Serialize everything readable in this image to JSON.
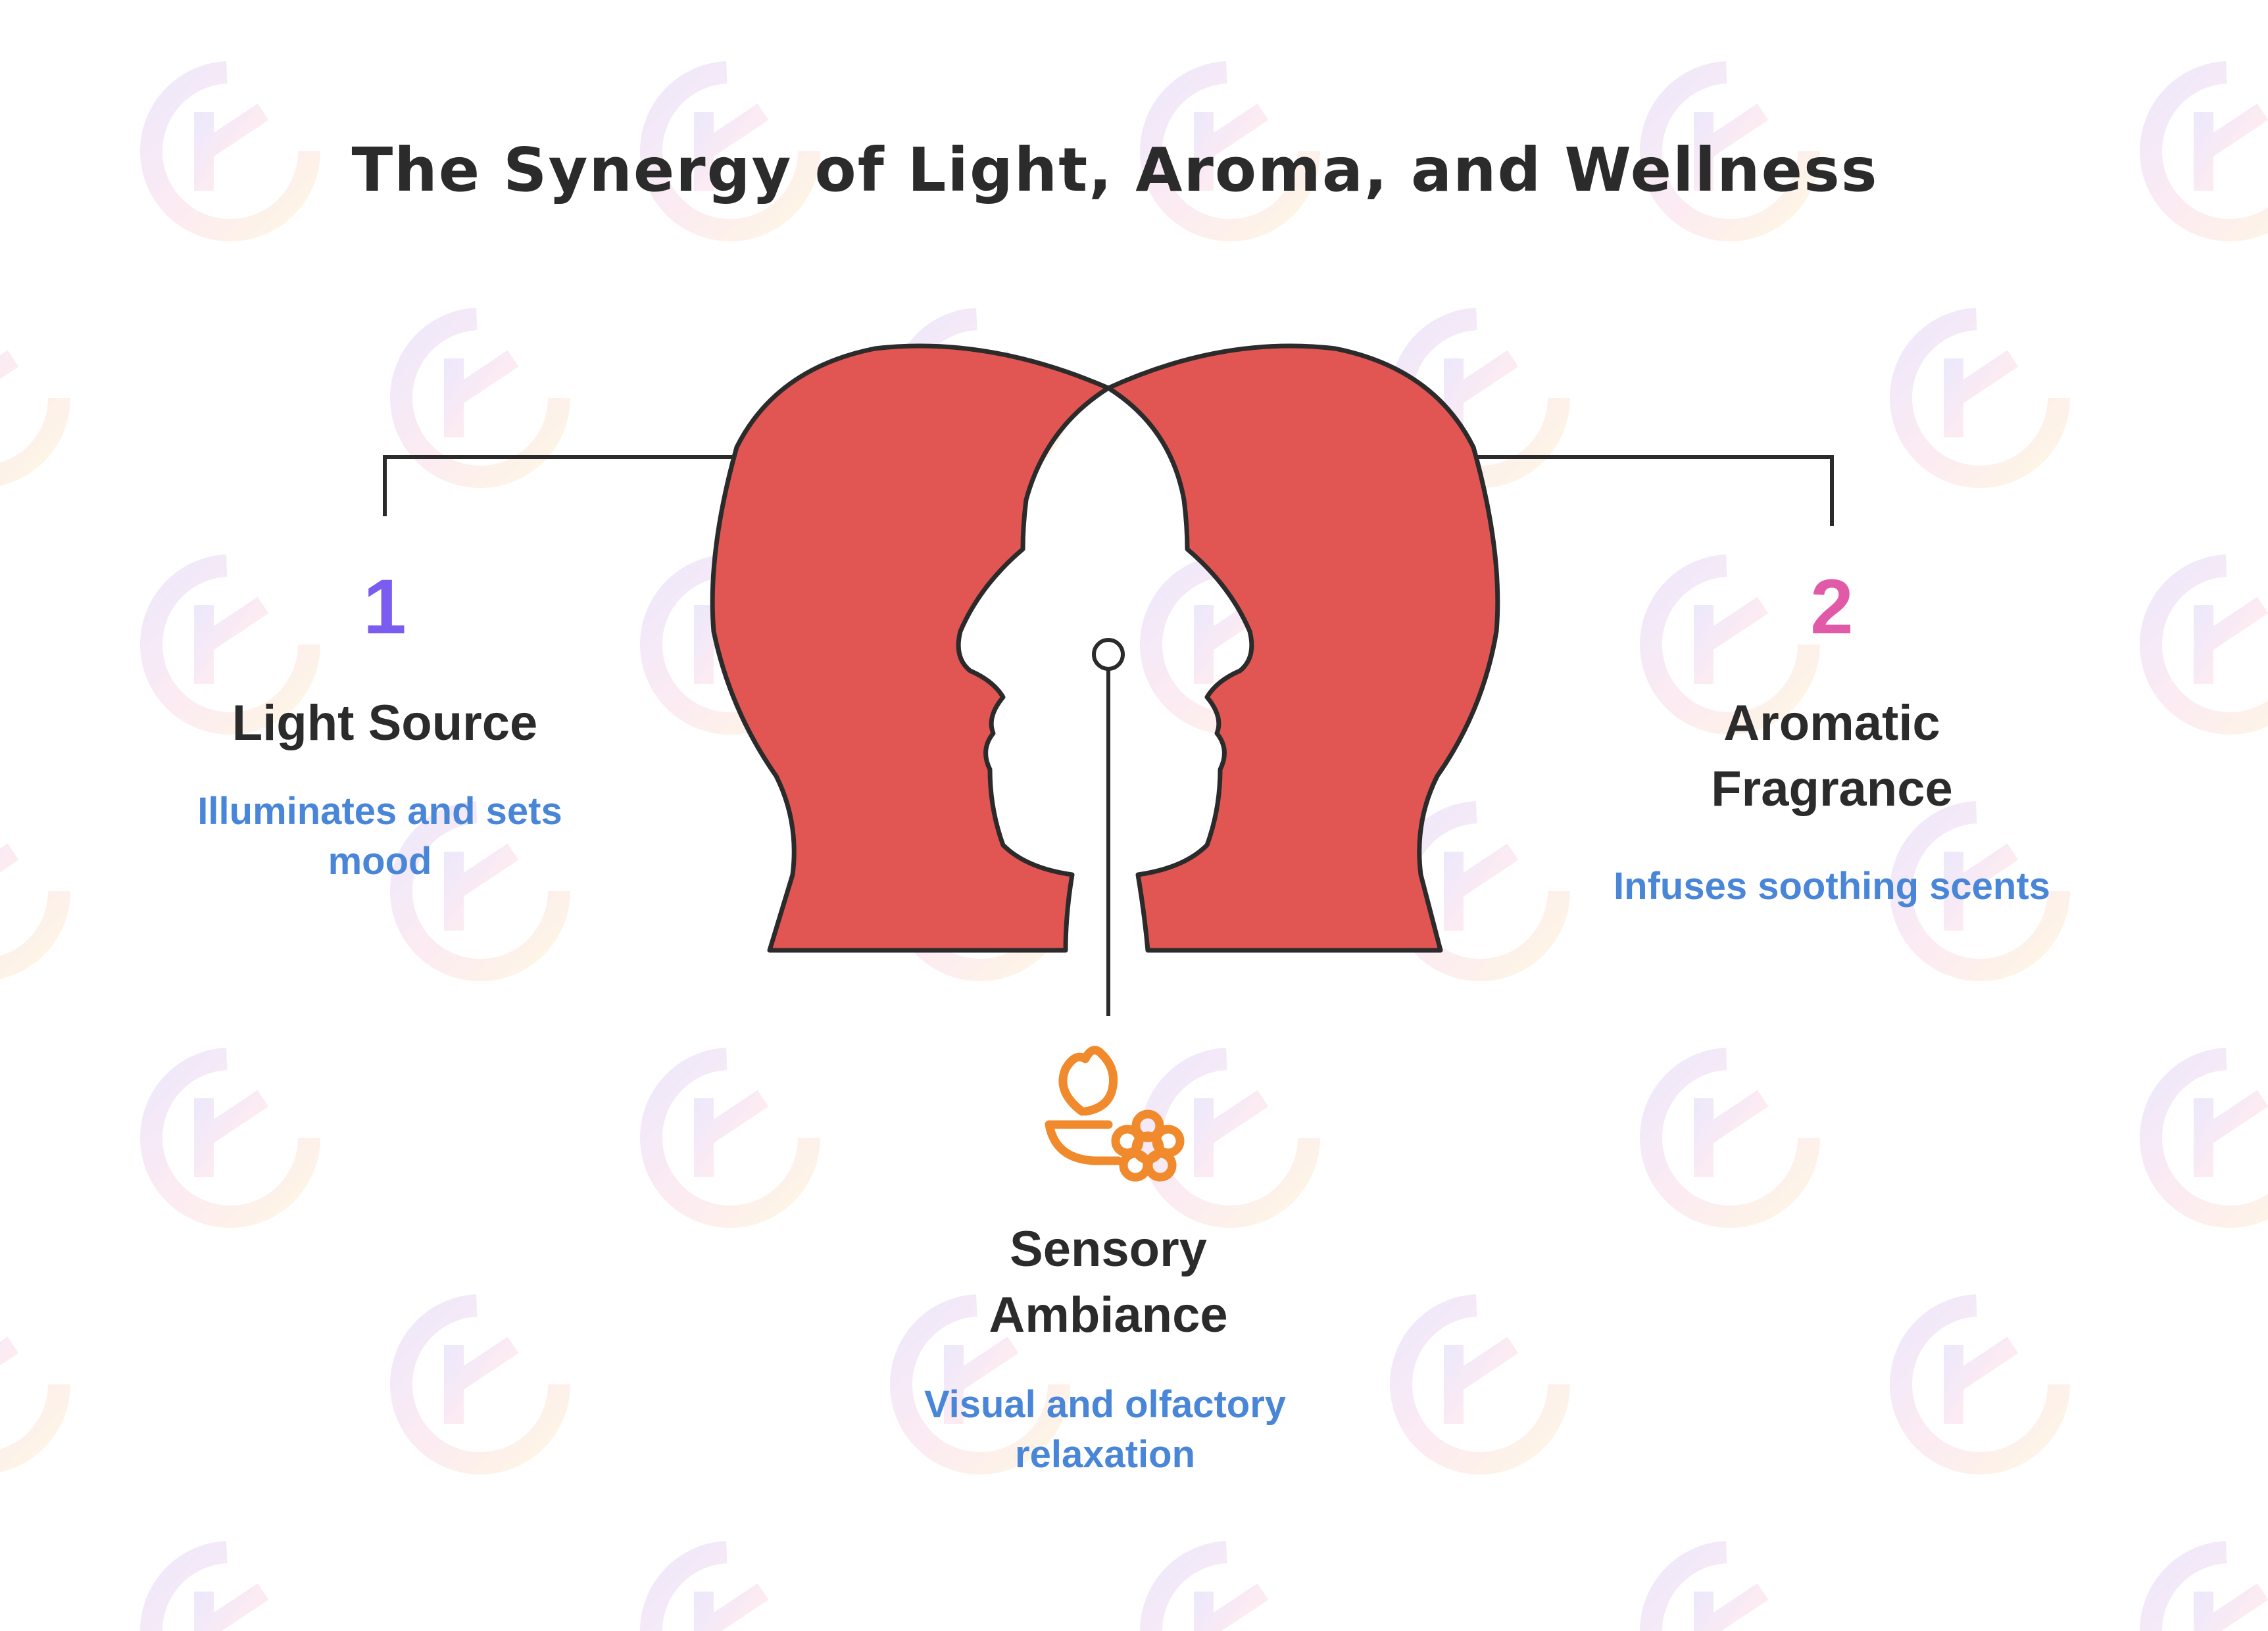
{
  "title": "The Synergy of Light, Aroma, and Wellness",
  "items": [
    {
      "number": "1",
      "label": "Light Source",
      "description": "Illuminates and sets mood",
      "number_color": "#7b5cf0"
    },
    {
      "number": "2",
      "label": "Aromatic Fragrance",
      "description": "Infuses soothing scents",
      "number_color": "#e05aa8"
    }
  ],
  "center": {
    "label": "Sensory Ambiance",
    "description": "Visual and olfactory relaxation",
    "icon": "lamp-flame-flower-icon"
  },
  "colors": {
    "heads": "#e15552",
    "outline": "#2b2b2b",
    "icon": "#f08a2c",
    "description": "#4a86d8",
    "text": "#2b2b2b"
  }
}
